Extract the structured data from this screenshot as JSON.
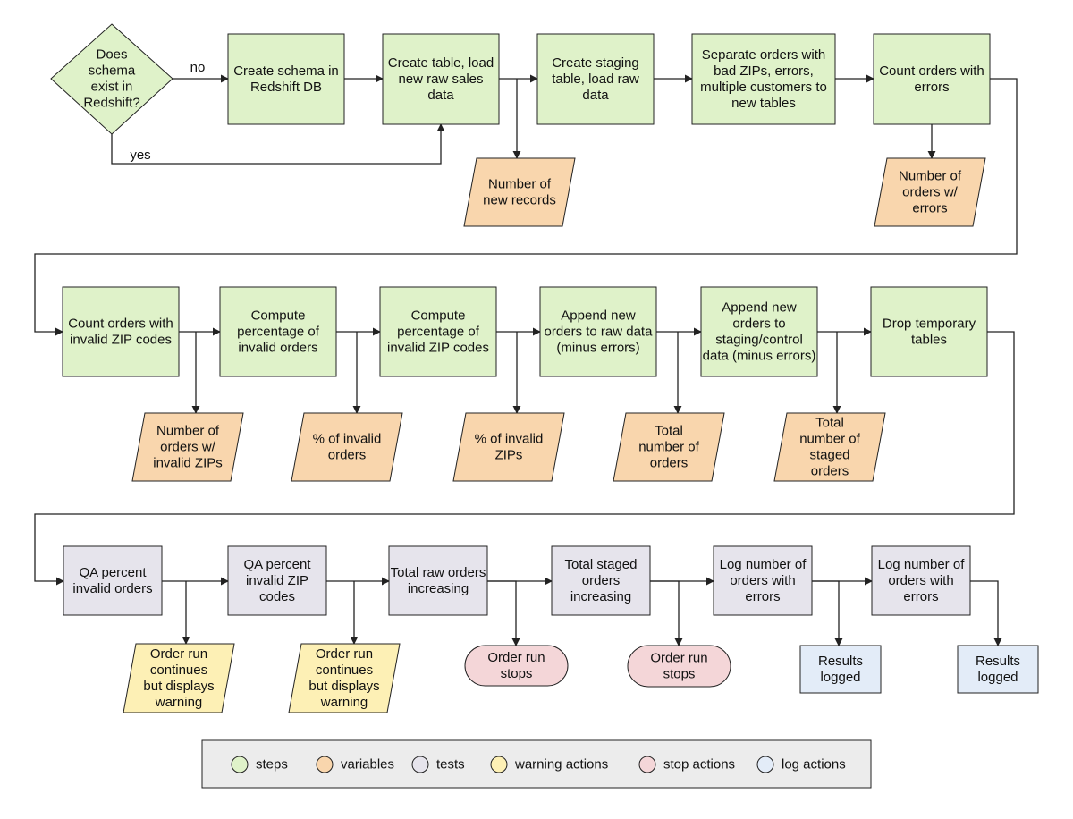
{
  "colors": {
    "step": "#dff2c9",
    "variable": "#f9d6ad",
    "test": "#e6e4ec",
    "warning": "#fdf0b5",
    "stop": "#f4d6d8",
    "log": "#e3ecf8",
    "stroke": "#222222",
    "legend_bg": "#ececec"
  },
  "decision": {
    "text": [
      "Does",
      "schema",
      "exist in",
      "Redshift?"
    ],
    "no_label": "no",
    "yes_label": "yes"
  },
  "row1": {
    "steps": [
      [
        "Create schema in",
        "Redshift DB"
      ],
      [
        "Create table, load",
        "new raw sales",
        "data"
      ],
      [
        "Create staging",
        "table, load raw",
        "data"
      ],
      [
        "Separate orders with",
        "bad ZIPs, errors,",
        "multiple customers to",
        "new tables"
      ],
      [
        "Count orders with",
        "errors"
      ]
    ],
    "variables": [
      [
        "Number of",
        "new records"
      ],
      [
        "Number of",
        "orders w/",
        "errors"
      ]
    ]
  },
  "row2": {
    "steps": [
      [
        "Count orders with",
        "invalid ZIP codes"
      ],
      [
        "Compute",
        "percentage of",
        "invalid orders"
      ],
      [
        "Compute",
        "percentage of",
        "invalid ZIP codes"
      ],
      [
        "Append new",
        "orders to raw data",
        "(minus errors)"
      ],
      [
        "Append new",
        "orders to",
        "staging/control",
        "data (minus errors)"
      ],
      [
        "Drop temporary",
        "tables"
      ]
    ],
    "variables": [
      [
        "Number of",
        "orders w/",
        "invalid ZIPs"
      ],
      [
        "% of invalid",
        "orders"
      ],
      [
        "% of invalid",
        "ZIPs"
      ],
      [
        "Total",
        "number of",
        "orders"
      ],
      [
        "Total",
        "number of",
        "staged",
        "orders"
      ]
    ]
  },
  "row3": {
    "tests": [
      [
        "QA percent",
        "invalid orders"
      ],
      [
        "QA percent",
        "invalid ZIP",
        "codes"
      ],
      [
        "Total raw orders",
        "increasing"
      ],
      [
        "Total staged",
        "orders",
        "increasing"
      ],
      [
        "Log number of",
        "orders with",
        "errors"
      ],
      [
        "Log number of",
        "orders with",
        "errors"
      ]
    ],
    "warnings": [
      [
        "Order run",
        "continues",
        "but displays",
        "warning"
      ],
      [
        "Order run",
        "continues",
        "but displays",
        "warning"
      ]
    ],
    "stops": [
      [
        "Order run",
        "stops"
      ],
      [
        "Order run",
        "stops"
      ]
    ],
    "logs": [
      [
        "Results",
        "logged"
      ],
      [
        "Results",
        "logged"
      ]
    ]
  },
  "legend": {
    "items": [
      {
        "label": "steps",
        "color": "#dff2c9"
      },
      {
        "label": "variables",
        "color": "#f9d6ad"
      },
      {
        "label": "tests",
        "color": "#e6e4ec"
      },
      {
        "label": "warning actions",
        "color": "#fdf0b5"
      },
      {
        "label": "stop actions",
        "color": "#f4d6d8"
      },
      {
        "label": "log actions",
        "color": "#e3ecf8"
      }
    ]
  }
}
